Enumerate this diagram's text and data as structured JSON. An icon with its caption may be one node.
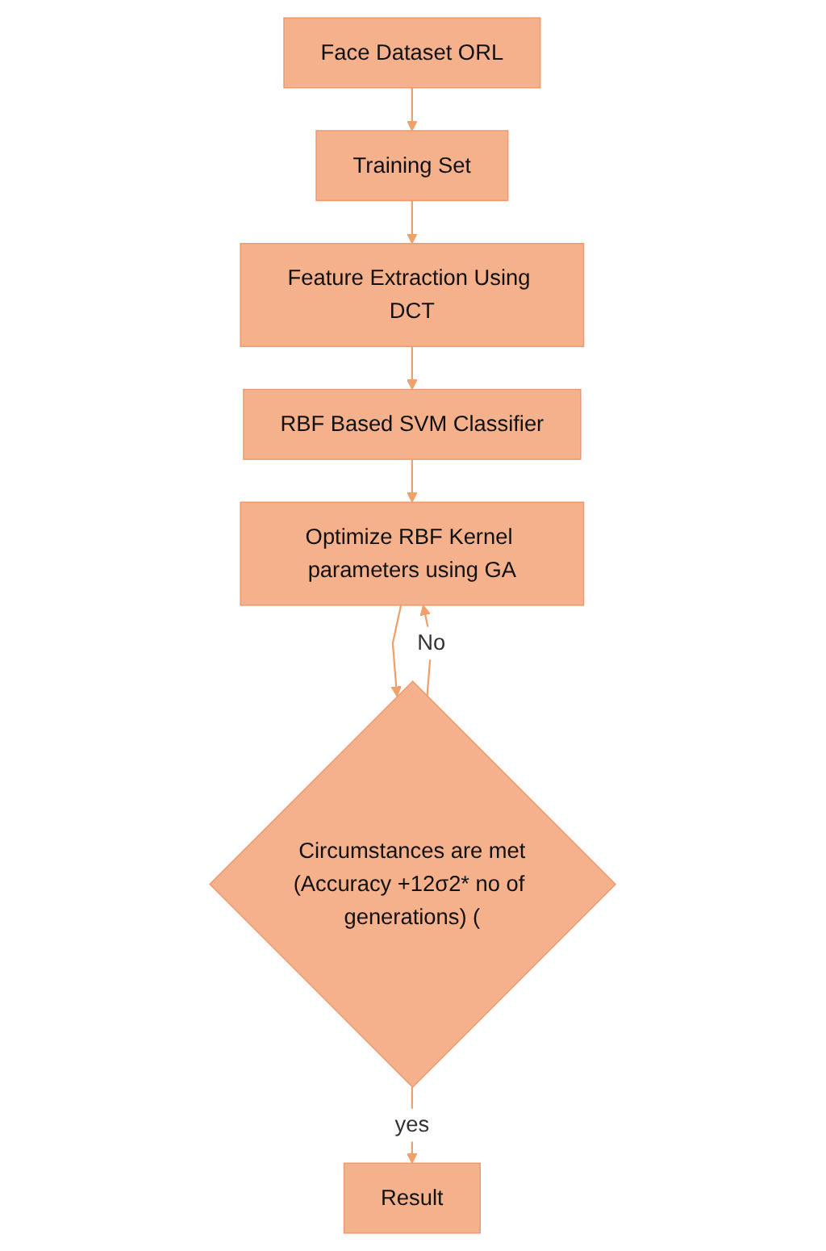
{
  "diagram": {
    "nodes": [
      {
        "text": [
          "Face Dataset ORL"
        ]
      },
      {
        "text": [
          "Training Set"
        ]
      },
      {
        "text": [
          "Feature Extraction Using DCT"
        ]
      },
      {
        "text": [
          "RBF Based SVM Classifier"
        ]
      },
      {
        "text": [
          "Optimize RBF Kernel parameters using GA"
        ]
      },
      {
        "text": [
          "Circumstances are met",
          "(Accuracy +12σ2* no of generations) ("
        ]
      },
      {
        "text": [
          "Result"
        ]
      }
    ],
    "edges": [
      {
        "from": 0,
        "to": 1,
        "arrow": "to"
      },
      {
        "from": 1,
        "to": 2,
        "arrow": "to"
      },
      {
        "from": 2,
        "to": 3,
        "arrow": "to"
      },
      {
        "from": 3,
        "to": 4,
        "arrow": "to"
      },
      {
        "from": 4,
        "to": 5,
        "arrow": "to"
      },
      {
        "from": 5,
        "to": 4,
        "arrow": "to",
        "label": "No"
      },
      {
        "from": 5,
        "to": 6,
        "arrow": "to",
        "label": "yes"
      }
    ]
  }
}
